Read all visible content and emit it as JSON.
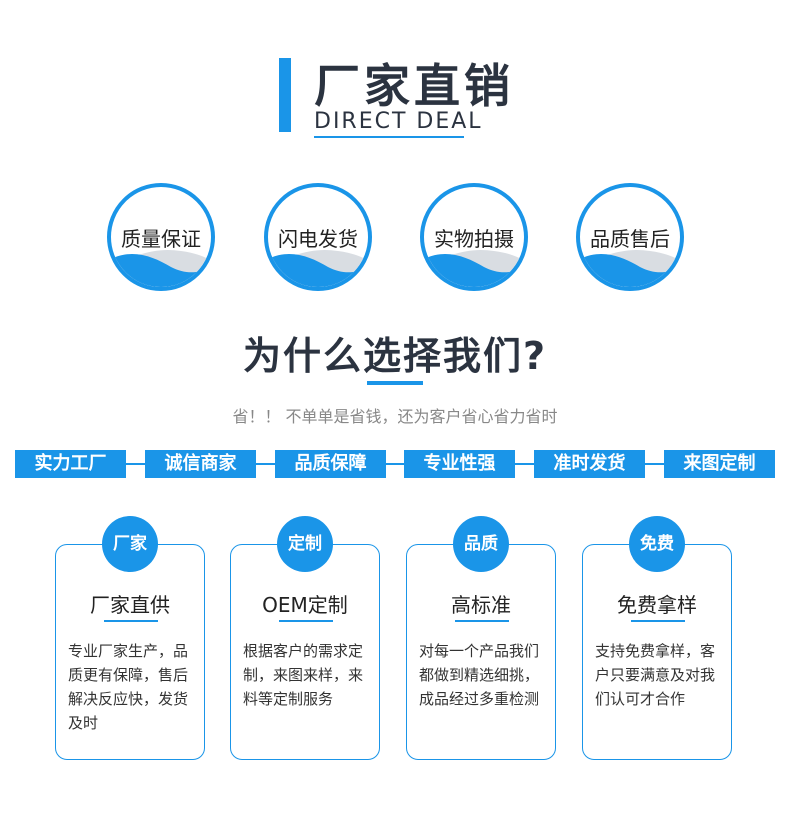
{
  "header": {
    "title": "厂家直销",
    "subtitle": "DIRECT DEAL"
  },
  "circles": [
    {
      "label": "质量保证"
    },
    {
      "label": "闪电发货"
    },
    {
      "label": "实物拍摄"
    },
    {
      "label": "品质售后"
    }
  ],
  "why": {
    "title": "为什么选择我们?",
    "subtitle": "省！！ 不单单是省钱，还为客户省心省力省时"
  },
  "strip": [
    {
      "label": "实力工厂"
    },
    {
      "label": "诚信商家"
    },
    {
      "label": "品质保障"
    },
    {
      "label": "专业性强"
    },
    {
      "label": "准时发货"
    },
    {
      "label": "来图定制"
    }
  ],
  "cards": [
    {
      "badge": "厂家",
      "title": "厂家直供",
      "text": "专业厂家生产，品质更有保障，售后解决反应快，发货及时"
    },
    {
      "badge": "定制",
      "title": "OEM定制",
      "text": "根据客户的需求定制，来图来样，来料等定制服务"
    },
    {
      "badge": "品质",
      "title": "高标准",
      "text": "对每一个产品我们都做到精选细挑，成品经过多重检测"
    },
    {
      "badge": "免费",
      "title": "免费拿样",
      "text": "支持免费拿样，客户只要满意及对我们认可才合作"
    }
  ],
  "colors": {
    "accent": "#1a95e8",
    "heading": "#2b3340",
    "muted": "#888888"
  }
}
